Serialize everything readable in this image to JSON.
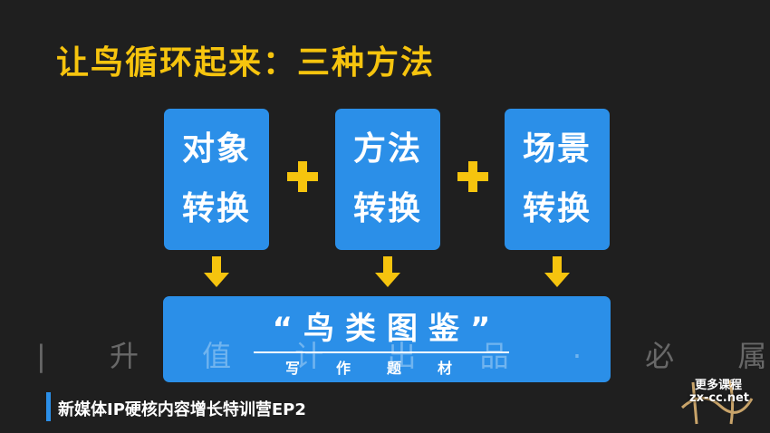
{
  "title": "让鸟循环起来：三种方法",
  "cards": [
    {
      "line1": "对象",
      "line2": "转换"
    },
    {
      "line1": "方法",
      "line2": "转换"
    },
    {
      "line1": "场景",
      "line2": "转换"
    }
  ],
  "banner": {
    "main": "“鸟类图鉴”",
    "sub": "写作题材"
  },
  "watermark": "| 升 值 计 出 品 · 必 属 精 品 |",
  "footer": "新媒体IP硬核内容增长特训营EP2",
  "logo": {
    "more": "更多课程",
    "site": "zx-cc.net"
  },
  "colors": {
    "background": "#1f1f1f",
    "accent_yellow": "#f6c40e",
    "card_blue": "#2b8fe8"
  }
}
